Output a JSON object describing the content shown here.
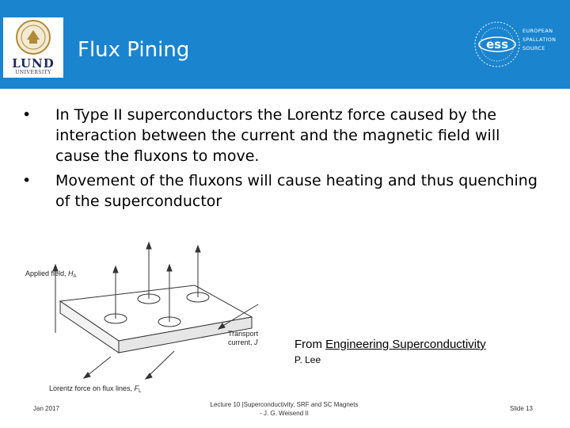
{
  "header": {
    "title": "Flux Pining",
    "lund_logo": {
      "name": "LUND",
      "subtitle": "UNIVERSITY"
    },
    "ess_logo": {
      "mark": "ess",
      "lines": [
        "EUROPEAN",
        "SPALLATION",
        "SOURCE"
      ]
    },
    "colors": {
      "header_bg": "#1a84cf"
    }
  },
  "bullets": [
    "In Type II superconductors the Lorentz force caused by the interaction between the current and the magnetic field will cause the fluxons to move.",
    "Movement of the fluxons will cause heating and thus quenching of the superconductor"
  ],
  "figure": {
    "applied_field_label": "Applied field, ",
    "applied_field_symbol": "H",
    "applied_field_sub": "A",
    "transport_label_1": "Transport",
    "transport_label_2": "current, ",
    "transport_symbol": "J",
    "lorentz_label": "Lorentz force on flux lines, ",
    "lorentz_symbol": "F",
    "lorentz_sub": "L"
  },
  "credit": {
    "prefix": "From ",
    "title": "Engineering Superconductivity",
    "author": "P. Lee"
  },
  "footer": {
    "date": "Jan 2017",
    "lecture_line1": "Lecture 10 |Superconductivity, SRF and SC Magnets",
    "lecture_line2": "- J. G. Weisend II",
    "slide": "Slide 13"
  }
}
